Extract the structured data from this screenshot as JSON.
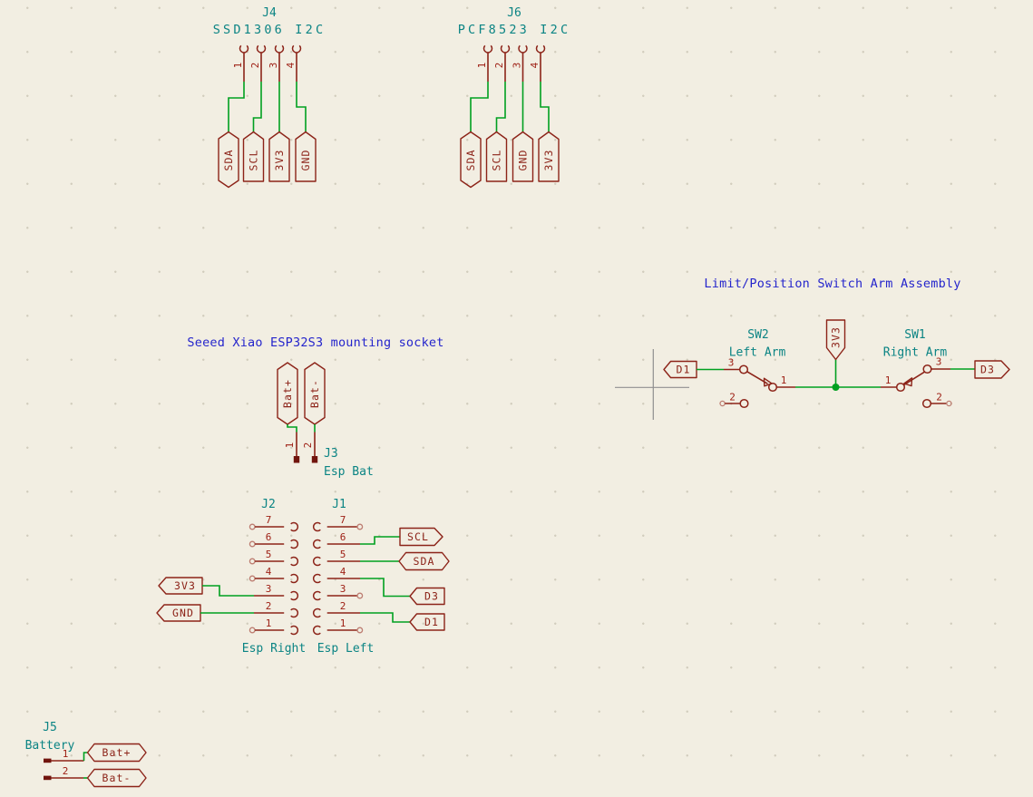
{
  "colors": {
    "background": "#F2EEE2",
    "wire_green": "#00A020",
    "symbol_maroon": "#8C2318",
    "reference_teal": "#0B8484",
    "note_blue": "#2525CC",
    "crosshair_gray": "#8F8F8F"
  },
  "j4": {
    "ref": "J4",
    "value": "SSD1306 I2C",
    "pins": [
      "1",
      "2",
      "3",
      "4"
    ],
    "nets": [
      "SDA",
      "SCL",
      "3V3",
      "GND"
    ]
  },
  "j6": {
    "ref": "J6",
    "value": "PCF8523 I2C",
    "pins": [
      "1",
      "2",
      "3",
      "4"
    ],
    "nets": [
      "SDA",
      "SCL",
      "GND",
      "3V3"
    ]
  },
  "esp_socket": {
    "note": "Seeed Xiao ESP32S3 mounting socket"
  },
  "j3": {
    "ref": "J3",
    "value": "Esp Bat",
    "pins": [
      "1",
      "2"
    ],
    "nets": [
      "Bat+",
      "Bat-"
    ]
  },
  "j2": {
    "ref": "J2",
    "value": "Esp Right",
    "pins": [
      "7",
      "6",
      "5",
      "4",
      "3",
      "2",
      "1"
    ],
    "nets": [
      "3V3",
      "GND"
    ]
  },
  "j1": {
    "ref": "J1",
    "value": "Esp Left",
    "pins": [
      "7",
      "6",
      "5",
      "4",
      "3",
      "2",
      "1"
    ],
    "nets": [
      "SCL",
      "SDA",
      "D3",
      "D1"
    ]
  },
  "switch_assembly": {
    "note": "Limit/Position Switch Arm Assembly",
    "rail": "3V3",
    "sw2": {
      "ref": "SW2",
      "value": "Left Arm",
      "pins": [
        "3",
        "1",
        "2"
      ],
      "net": "D1"
    },
    "sw1": {
      "ref": "SW1",
      "value": "Right Arm",
      "pins": [
        "3",
        "1",
        "2"
      ],
      "net": "D3"
    }
  },
  "j5": {
    "ref": "J5",
    "value": "Battery",
    "pins": [
      "1",
      "2"
    ],
    "nets": [
      "Bat+",
      "Bat-"
    ]
  }
}
